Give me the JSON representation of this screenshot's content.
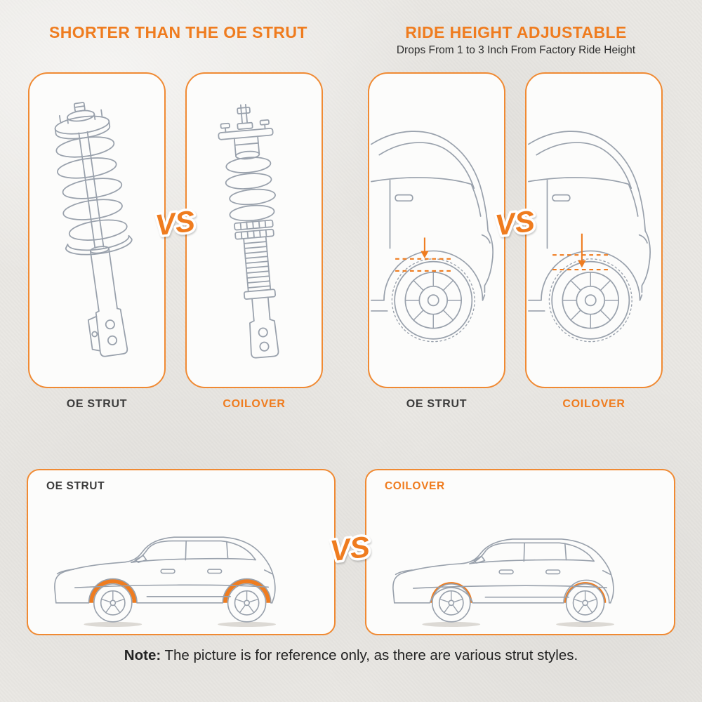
{
  "theme": {
    "background": "#eae8e4",
    "accent_orange": "#ef7c1f",
    "panel_border_orange": "#f08a33",
    "dark_text": "#3c3c3c",
    "line_art_gray": "#99a1ac",
    "panel_background": "#fcfcfb"
  },
  "section_shorter": {
    "title": "SHORTER THAN THE OE STRUT",
    "vs_label": "VS",
    "left_panel": {
      "label": "OE STRUT",
      "illustration": "oe-strut-line-drawing"
    },
    "right_panel": {
      "label": "COILOVER",
      "illustration": "coilover-line-drawing"
    }
  },
  "section_ride_height": {
    "title": "RIDE HEIGHT ADJUSTABLE",
    "subtitle": "Drops From 1 to 3 Inch From Factory Ride Height",
    "vs_label": "VS",
    "left_panel": {
      "label": "OE STRUT",
      "illustration": "suv-rear-quarter-with-drop-arrow"
    },
    "right_panel": {
      "label": "COILOVER",
      "illustration": "suv-rear-quarter-with-drop-arrow"
    }
  },
  "section_side_by_side": {
    "vs_label": "VS",
    "left_panel": {
      "label": "OE STRUT",
      "illustration": "suv-side-view-stock-height"
    },
    "right_panel": {
      "label": "COILOVER",
      "illustration": "suv-side-view-lowered"
    }
  },
  "note": {
    "prefix": "Note:",
    "body": " The picture is for reference only, as there are various strut styles."
  }
}
